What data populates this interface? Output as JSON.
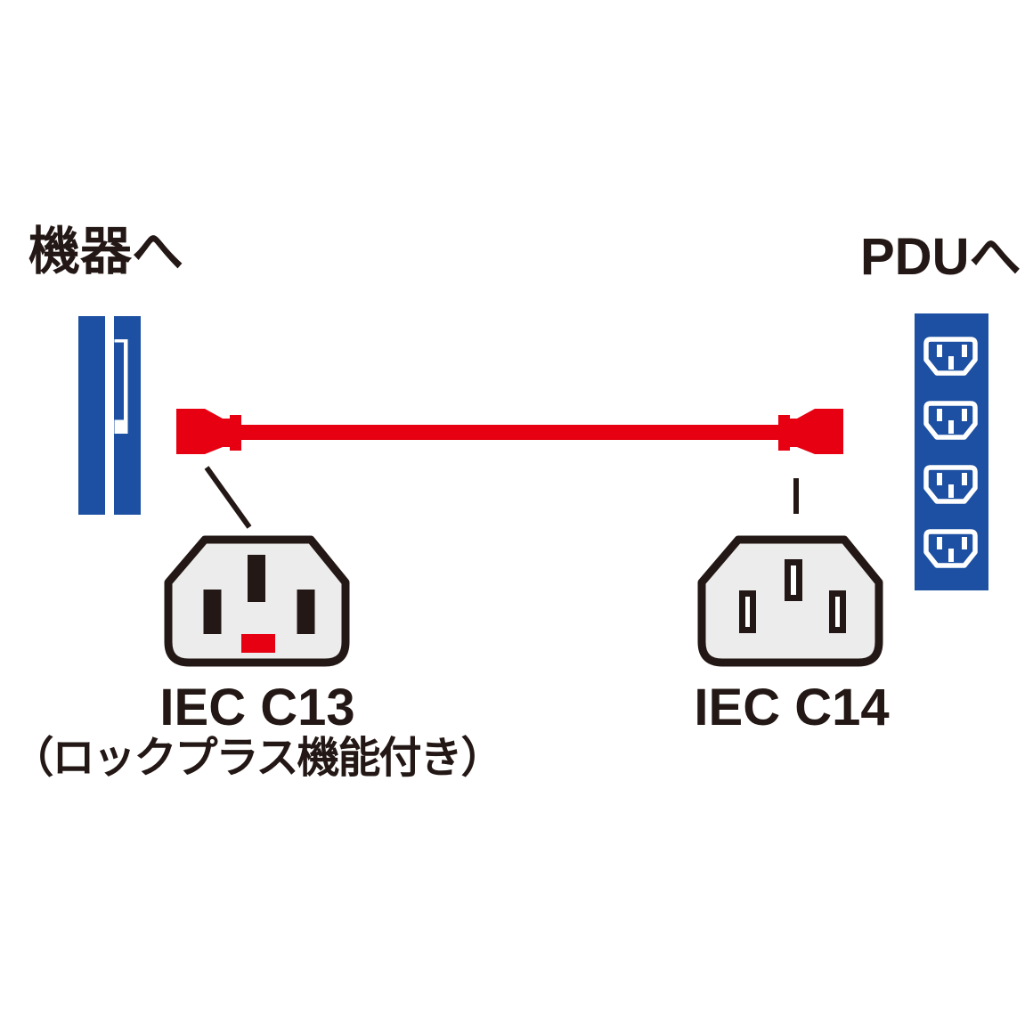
{
  "title": "IEC C13 / IEC C14 power cable connection diagram",
  "labels": {
    "equipment": "機器へ",
    "pdu": "PDUへ",
    "c13": "IEC C13",
    "c13_feature": "（ロックプラス機能付き）",
    "c14": "IEC C14"
  },
  "icons": {
    "equipment": "server-side-view-icon",
    "pdu": "pdu-outlet-strip-icon",
    "cable": "red-power-cable-icon",
    "c13": "iec-c13-connector-face-icon",
    "c14": "iec-c14-connector-face-icon"
  },
  "pdu": {
    "outlet_count": 4
  },
  "colors": {
    "blue": "#1d50a2",
    "red": "#e60012",
    "ink": "#231815",
    "connector_gray": "#ececec",
    "background": "#ffffff"
  }
}
